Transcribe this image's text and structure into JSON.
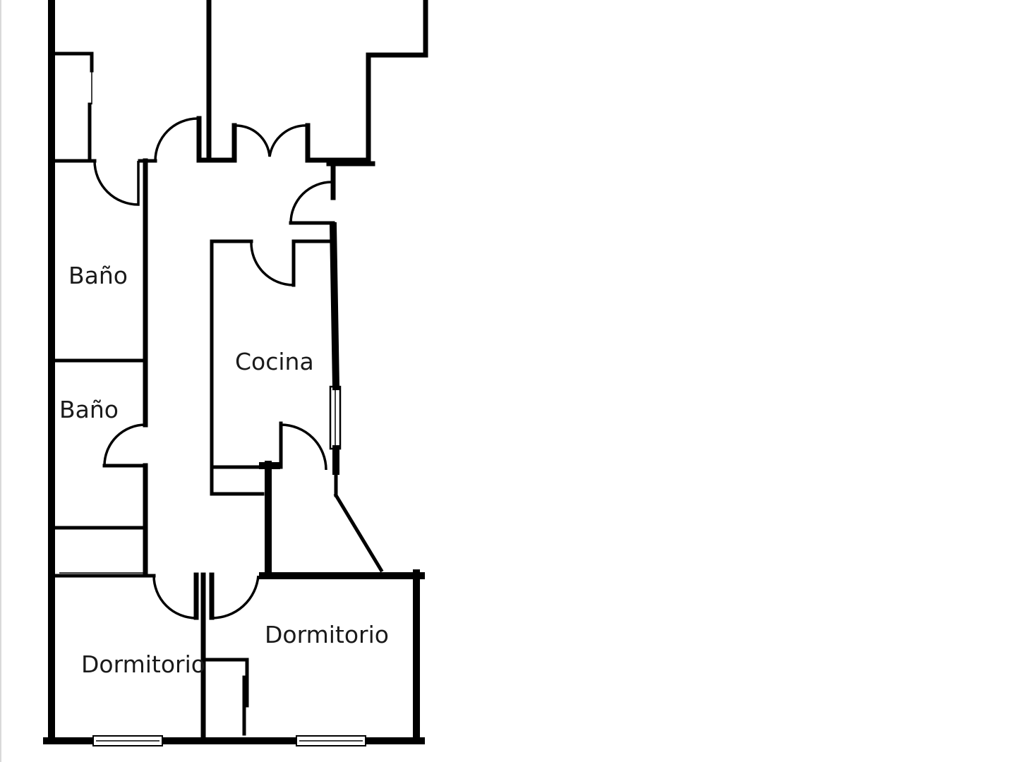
{
  "rooms": {
    "bath_upper": "Baño",
    "bath_lower": "Baño",
    "kitchen": "Cocina",
    "bedroom_left": "Dormitorio",
    "bedroom_right": "Dormitorio"
  },
  "colors": {
    "wall": "#000000",
    "background": "#ffffff",
    "text": "#1a1a1a"
  }
}
